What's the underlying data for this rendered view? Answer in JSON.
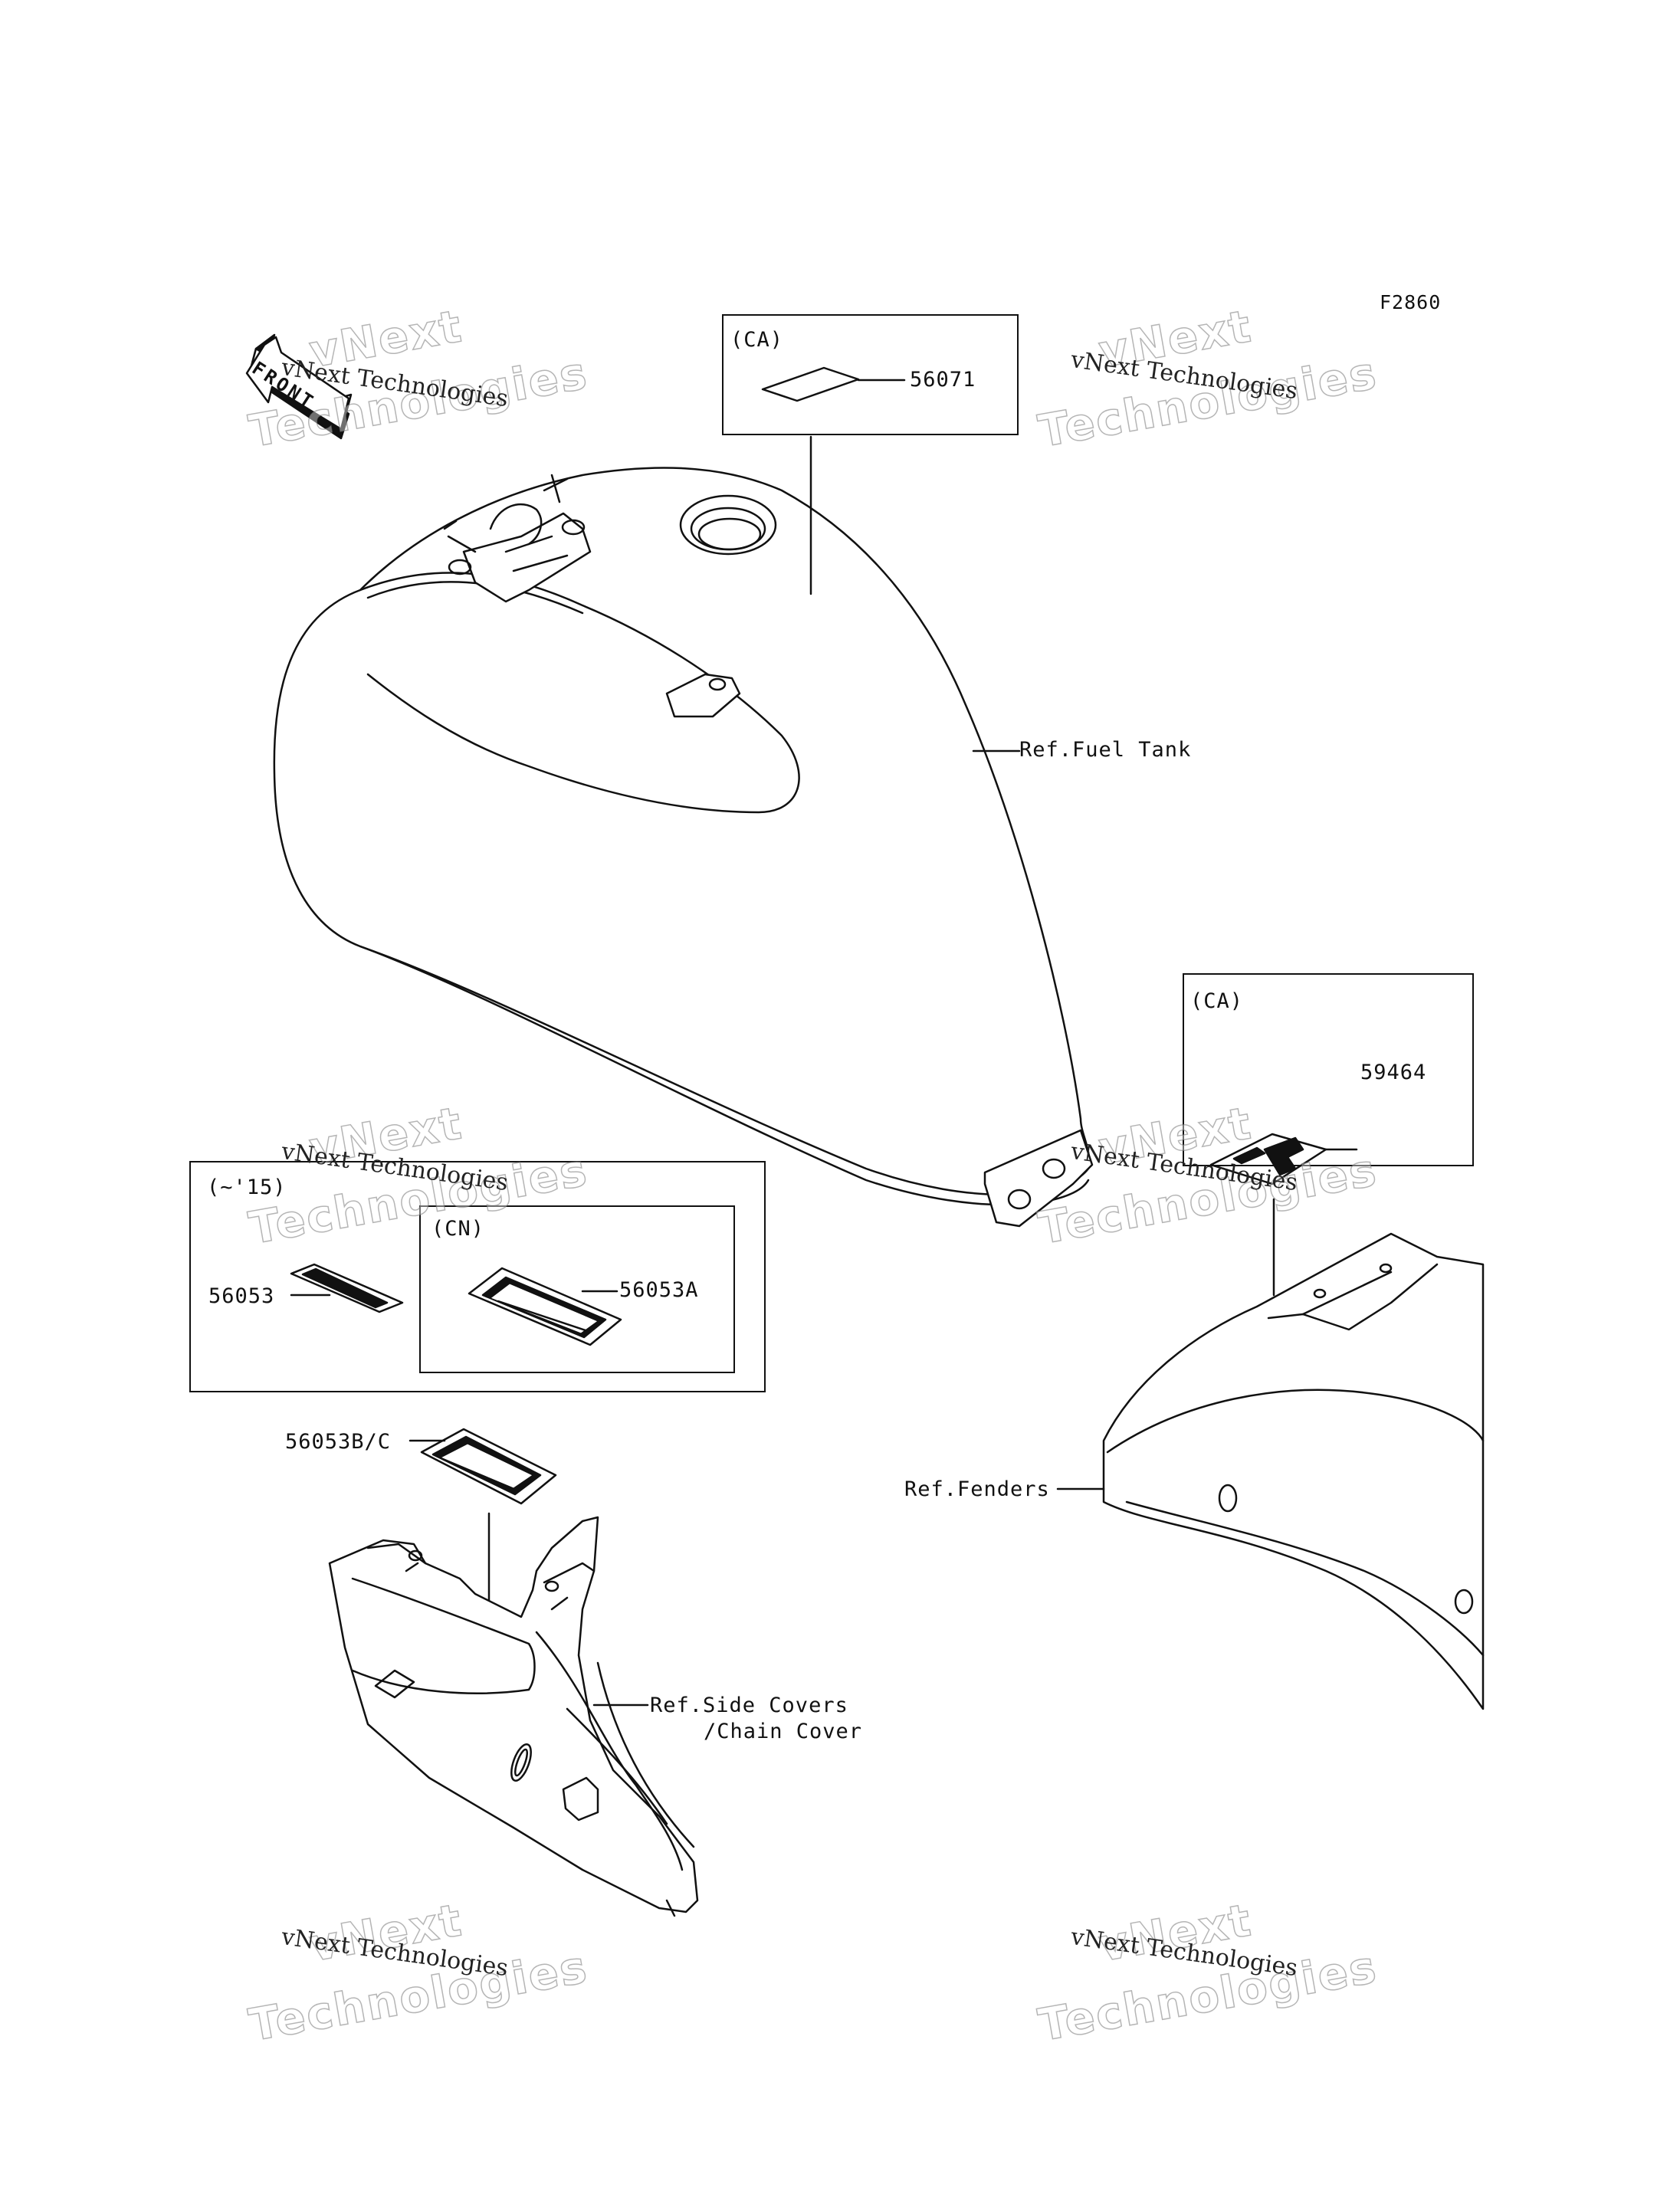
{
  "figure_code": "F2860",
  "front_arrow": {
    "label": "FRONT"
  },
  "parts": {
    "p56071": "56071",
    "p59464": "59464",
    "p56053": "56053",
    "p56053A": "56053A",
    "p56053BC": "56053B/C"
  },
  "regions": {
    "ca_top": "(CA)",
    "ca_right": "(CA)",
    "year": "(~'15)",
    "cn": "(CN)"
  },
  "references": {
    "fuel_tank": "Ref.Fuel Tank",
    "fenders": "Ref.Fenders",
    "side_covers_line1": "Ref.Side Covers",
    "side_covers_line2": "/Chain Cover"
  },
  "watermark": {
    "line_small": "vNext Technologies",
    "line_big_1": "vNext",
    "line_big_2": "Technologies"
  },
  "colors": {
    "line": "#111111",
    "background": "#ffffff"
  }
}
